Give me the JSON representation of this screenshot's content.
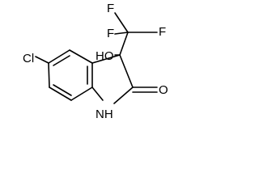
{
  "molecule": {
    "atoms": {
      "fluorine_top": "F",
      "fluorine_right": "F",
      "fluorine_left": "F",
      "hydroxyl": "HO",
      "chlorine": "Cl",
      "carbonyl_oxygen": "O",
      "amine": "NH"
    }
  }
}
